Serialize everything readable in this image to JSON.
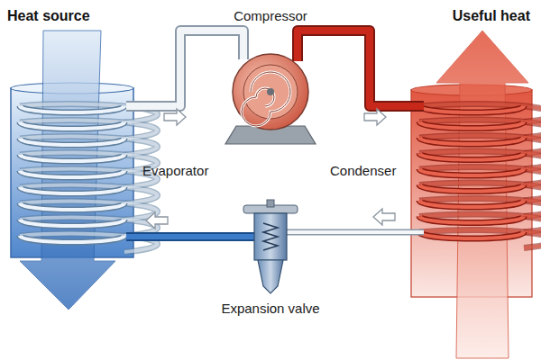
{
  "diagram": {
    "labels": [
      "Heat source",
      "Compressor",
      "Useful heat",
      "Evaporator",
      "Condenser",
      "Expansion valve"
    ]
  }
}
